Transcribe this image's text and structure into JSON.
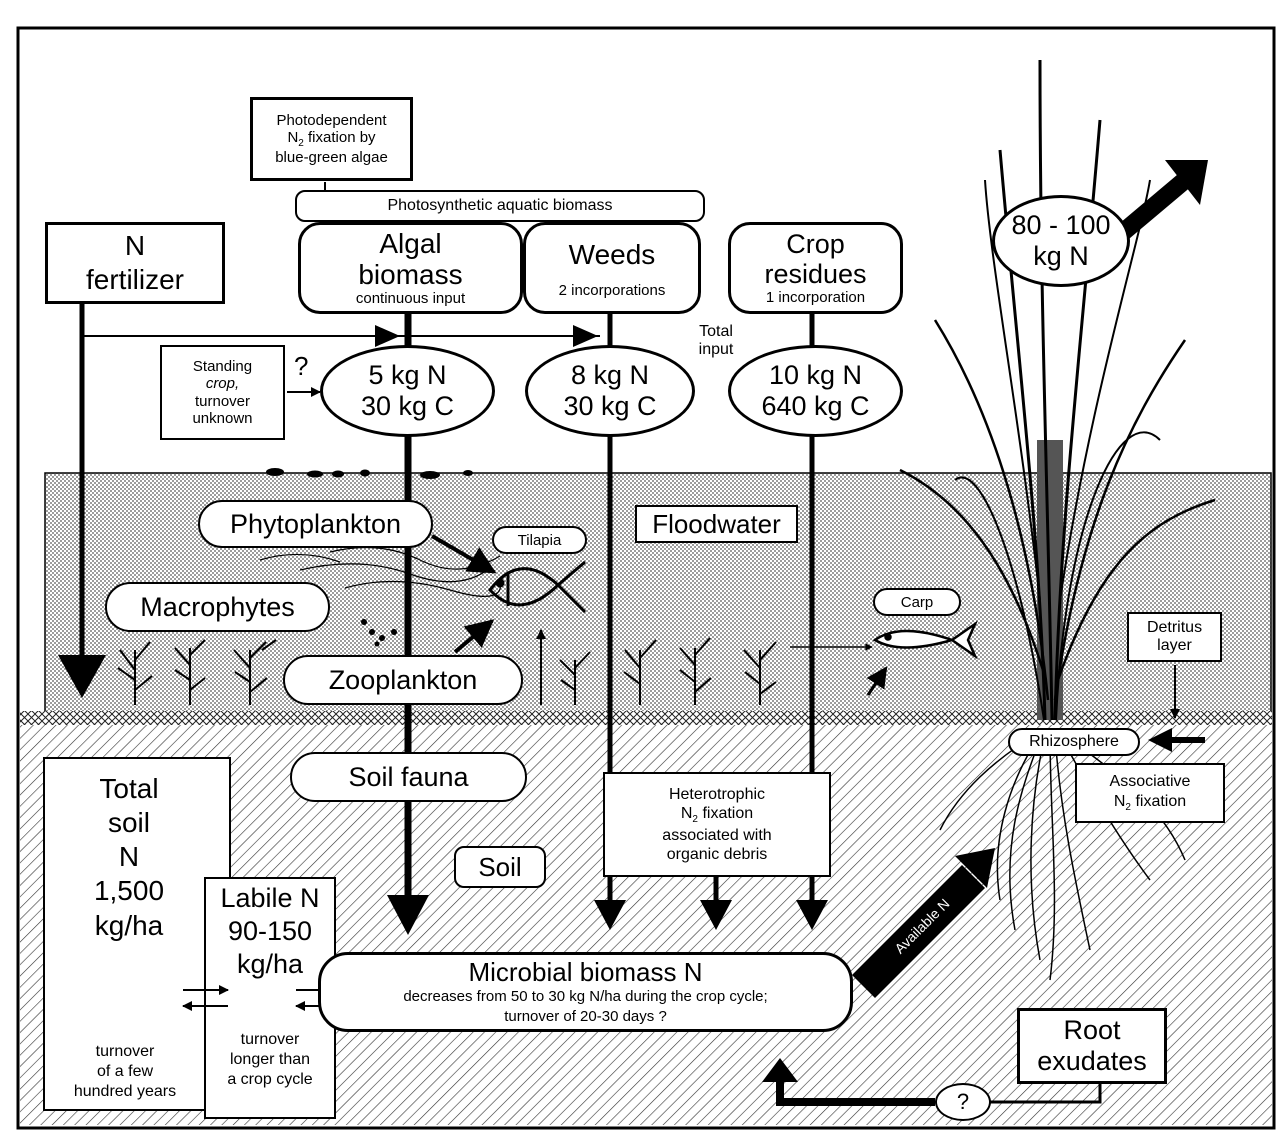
{
  "inputs": {
    "photodependent": [
      "Photodependent",
      "fixation by",
      "blue-green algae"
    ],
    "photodependent_n2": "N",
    "photodependent_sub": "2",
    "photosynthetic_biomass": "Photosynthetic aquatic biomass",
    "n_fertilizer": [
      "N",
      "fertilizer"
    ],
    "algal": {
      "title": [
        "Algal",
        "biomass"
      ],
      "note": "continuous input"
    },
    "weeds": {
      "title": "Weeds",
      "note": "2 incorporations"
    },
    "crop_residues": {
      "title": [
        "Crop",
        "residues"
      ],
      "note": "1 incorporation"
    },
    "total_input": [
      "Total",
      "input"
    ],
    "standing_crop": [
      "Standing",
      "crop,",
      "turnover",
      "unknown"
    ],
    "question": "?"
  },
  "pools": {
    "algal_pool": [
      "5 kg N",
      "30 kg C"
    ],
    "weeds_pool": [
      "8 kg N",
      "30 kg C"
    ],
    "crop_pool": [
      "10 kg N",
      "640 kg C"
    ],
    "plant_uptake": [
      "80 - 100",
      "kg N"
    ]
  },
  "floodwater": {
    "phytoplankton": "Phytoplankton",
    "tilapia": "Tilapia",
    "floodwater": "Floodwater",
    "macrophytes": "Macrophytes",
    "zooplankton": "Zooplankton",
    "carp": "Carp",
    "detritus": [
      "Detritus",
      "layer"
    ]
  },
  "soil": {
    "rhizosphere": "Rhizosphere",
    "associative": [
      "Associative",
      "fixation"
    ],
    "soil_fauna": "Soil fauna",
    "soil": "Soil",
    "heterotrophic": [
      "Heterotrophic",
      "fixation",
      "associated with",
      "organic debris"
    ],
    "total_soil_n": [
      "Total",
      "soil",
      "N",
      "1,500",
      "kg/ha"
    ],
    "total_turnover": [
      "turnover",
      "of a few",
      "hundred years"
    ],
    "labile_n": [
      "Labile N",
      "90-150",
      "kg/ha"
    ],
    "labile_turnover": [
      "turnover",
      "longer than",
      "a crop cycle"
    ],
    "microbial_title": "Microbial biomass N",
    "microbial_note": [
      "decreases from 50 to 30 kg N/ha during the crop cycle;",
      "turnover of 20-30 days ?"
    ],
    "available_n": "Available N",
    "root_exudates": [
      "Root",
      "exudates"
    ],
    "root_question": "?"
  },
  "n2_label": "N",
  "n2_sub": "2"
}
